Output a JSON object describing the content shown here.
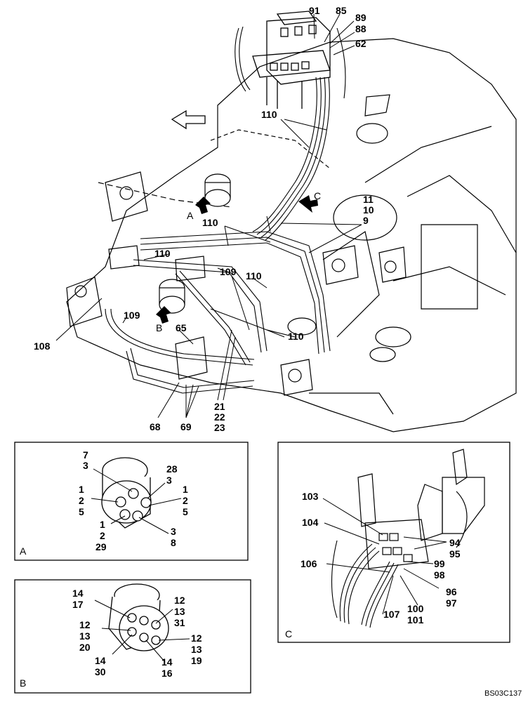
{
  "drawing_code": "BS03C137",
  "main_view": {
    "callouts": {
      "c91": "91",
      "c85": "85",
      "c89": "89",
      "c88": "88",
      "c62": "62",
      "c110a": "110",
      "c11": "11",
      "c10": "10",
      "c9": "9",
      "c110b": "110",
      "c110c": "110",
      "c109a": "109",
      "c110d": "110",
      "c109b": "109",
      "c110e": "110",
      "c108": "108",
      "c65": "65",
      "c21": "21",
      "c22": "22",
      "c23": "23",
      "c68": "68",
      "c69": "69"
    },
    "view_letters": {
      "a": "A",
      "b": "B",
      "c": "C"
    }
  },
  "detail_a": {
    "letter": "A",
    "callouts": [
      "7",
      "3",
      "28",
      "3",
      "1",
      "2",
      "5",
      "1",
      "2",
      "5",
      "1",
      "2",
      "29",
      "3",
      "8"
    ]
  },
  "detail_b": {
    "letter": "B",
    "callouts": [
      "14",
      "17",
      "12",
      "13",
      "31",
      "12",
      "13",
      "20",
      "12",
      "13",
      "19",
      "14",
      "30",
      "14",
      "16"
    ]
  },
  "detail_c": {
    "letter": "C",
    "callouts": [
      "103",
      "104",
      "94",
      "95",
      "106",
      "99",
      "98",
      "96",
      "97",
      "107",
      "100",
      "101"
    ]
  }
}
